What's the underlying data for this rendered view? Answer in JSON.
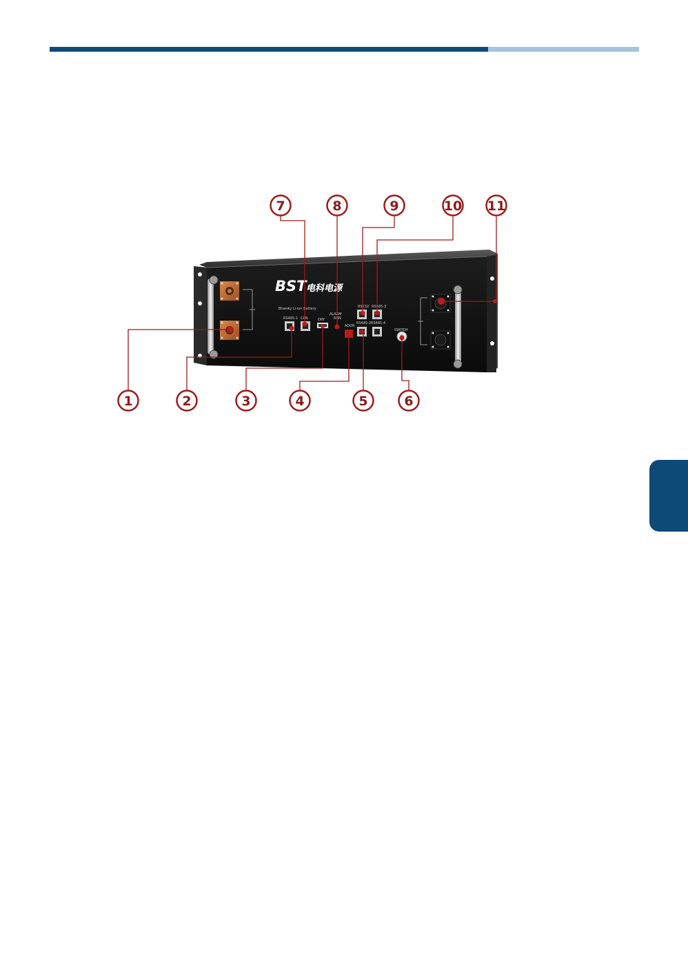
{
  "page": {
    "colors": {
      "primary": "#0d4a78",
      "secondary": "#a6c3de",
      "callout": "#9b1b1b"
    }
  },
  "device": {
    "brand_logo": "BST",
    "brand_chinese": "电科电源",
    "panel_title": "Bluesky Li-ion Battery",
    "port_labels": {
      "rs485_1": "RS485-1",
      "can": "CAN",
      "dry": "DRY",
      "alarm": "ALARM",
      "run": "RUN",
      "addr": "ADDR",
      "rs232": "RS232",
      "rs485_2": "RS485-2",
      "rs485_3": "RS485-3",
      "rs485_4": "RS485-4",
      "switch": "SWITCH"
    }
  },
  "callouts": [
    "1",
    "2",
    "3",
    "4",
    "5",
    "6",
    "7",
    "8",
    "9",
    "10",
    "11"
  ]
}
